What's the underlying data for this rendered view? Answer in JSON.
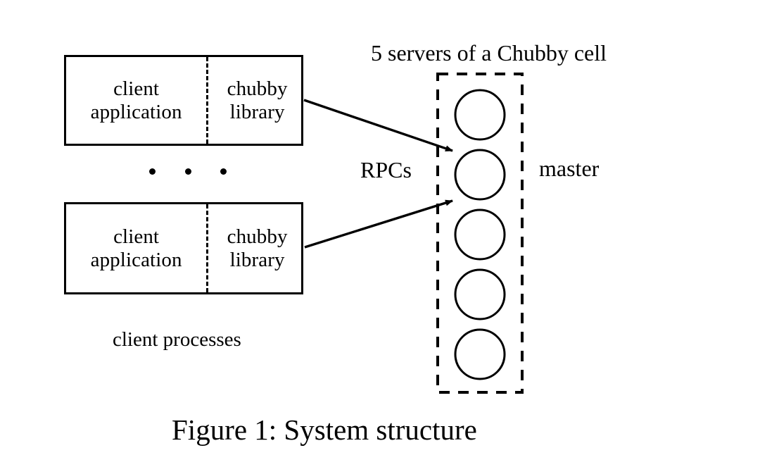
{
  "figure": {
    "caption": "Figure 1: System structure",
    "cell_title": "5 servers of a Chubby cell",
    "rpcs_label": "RPCs",
    "master_label": "master",
    "client_processes_label": "client processes",
    "ellipsis_dot_count": 3,
    "background_color": "#ffffff",
    "stroke_color": "#000000"
  },
  "client_processes": [
    {
      "application": {
        "line1": "client",
        "line2": "application"
      },
      "library": {
        "line1": "chubby",
        "line2": "library"
      }
    },
    {
      "application": {
        "line1": "client",
        "line2": "application"
      },
      "library": {
        "line1": "chubby",
        "line2": "library"
      }
    }
  ],
  "chubby_cell": {
    "server_count": 5,
    "servers": [
      {
        "role": "replica",
        "index": 1
      },
      {
        "role": "master",
        "index": 2
      },
      {
        "role": "replica",
        "index": 3
      },
      {
        "role": "replica",
        "index": 4
      },
      {
        "role": "replica",
        "index": 5
      }
    ]
  },
  "connections": [
    {
      "from": "client-process-1",
      "to": "chubby-cell",
      "label": "RPCs"
    },
    {
      "from": "client-process-2",
      "to": "chubby-cell",
      "label": "RPCs"
    }
  ]
}
